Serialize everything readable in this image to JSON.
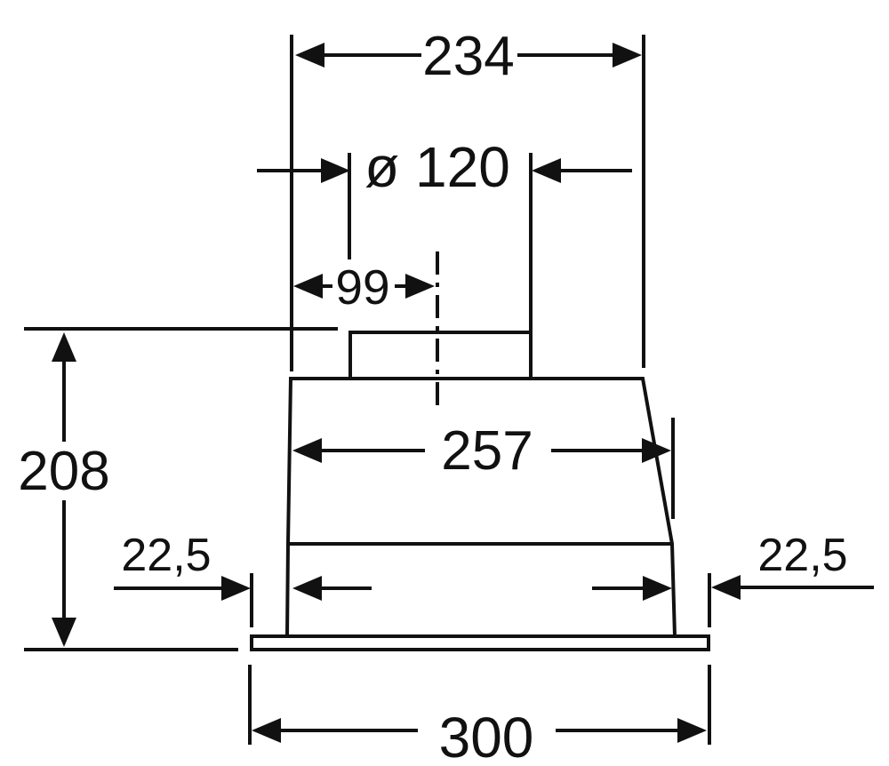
{
  "drawing": {
    "labels": {
      "top_width": "234",
      "duct_diameter": "ø 120",
      "duct_center_offset": "99",
      "height": "208",
      "body_width": "257",
      "base_overhang_left": "22,5",
      "base_overhang_right": "22,5",
      "base_width": "300"
    },
    "colors": {
      "line": "#111111",
      "background": "#ffffff"
    }
  }
}
